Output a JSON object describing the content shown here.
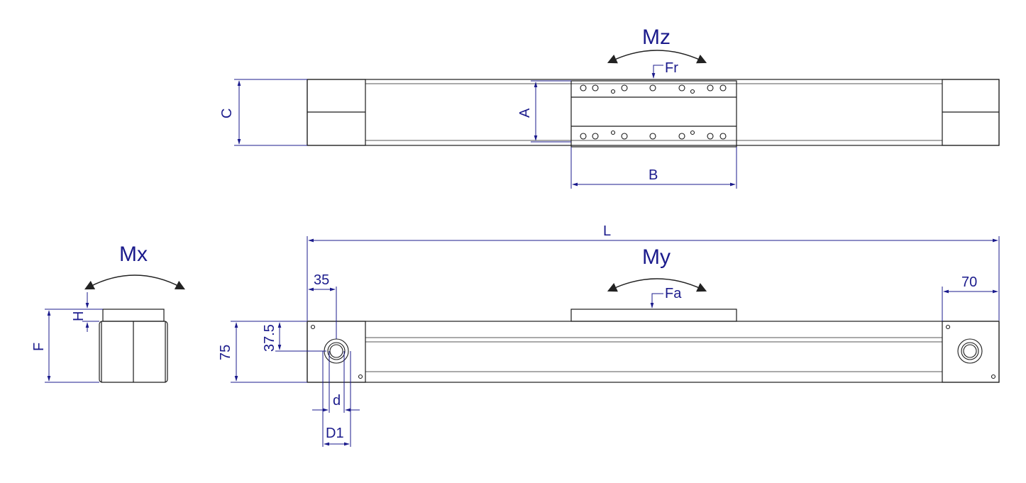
{
  "labels": {
    "Mz": "Mz",
    "Fr": "Fr",
    "C": "C",
    "A": "A",
    "B": "B",
    "L": "L",
    "My": "My",
    "Fa": "Fa",
    "Mx": "Mx",
    "H": "H",
    "F": "F",
    "dim_35": "35",
    "dim_70": "70",
    "dim_37_5": "37.5",
    "dim_75": "75",
    "d": "d",
    "D1": "D1"
  },
  "colors": {
    "dimension": "#1b1b8c",
    "outline": "#1a1a1a"
  }
}
